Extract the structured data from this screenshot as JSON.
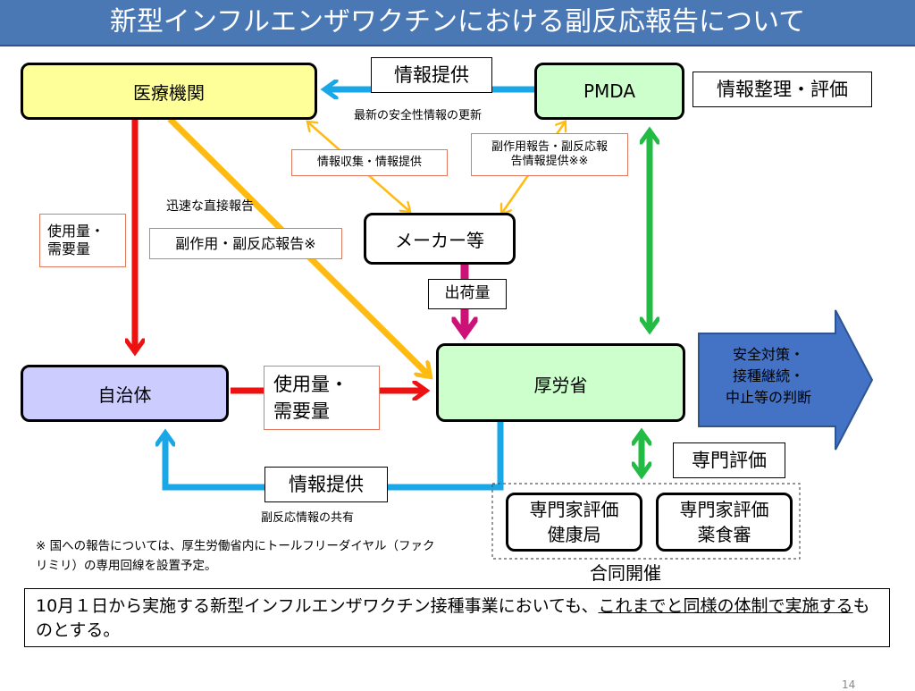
{
  "title": "新型インフルエンザワクチンにおける副反応報告について",
  "nodes": {
    "iryo": "医療機関",
    "pmda": "PMDA",
    "maker": "メーカー等",
    "jichitai": "自治体",
    "koroshou": "厚労省",
    "kenkokyoku": "専門家評価\n健康局",
    "yakushokushin": "専門家評価\n薬食審"
  },
  "labels": {
    "joho_teikyo_top": "情報提供",
    "joho_seiri": "情報整理・評価",
    "saishin": "最新の安全性情報の更新",
    "joho_shushu": "情報収集・情報提供",
    "fukusayo_pmda": "副作用報告・副反応報\n告情報提供※※",
    "jinsoku": "迅速な直接報告",
    "shiyoryo_left": "使用量・\n需要量",
    "fukusayo_report": "副作用・副反応報告※",
    "shukkaryo": "出荷量",
    "shiyoryo_mid": "使用量・\n需要量",
    "joho_teikyo_bottom": "情報提供",
    "fukuhanno_kyoyu": "副反応情報の共有",
    "senmon_hyoka": "専門評価",
    "godo_kaisai": "合同開催",
    "decision": "安全対策・\n接種継続・\n中止等の判断"
  },
  "note": "※ 国への報告については、厚生労働省内にトールフリーダイヤル（ファクリミリ）の専用回線を設置予定。",
  "footer": {
    "part1": "10月１日から実施する新型インフルエンザワクチン接種事業においても、",
    "part2_underlined": "これまでと同様の体制で実施する",
    "part3": "ものとする。"
  },
  "page_number": "14",
  "colors": {
    "title_bg": "#4a78b5",
    "iryo_bg": "#ffff99",
    "pmda_bg": "#ccffcc",
    "jichitai_bg": "#ccccff",
    "koroshou_bg": "#ccffcc",
    "arrow_red": "#ee1111",
    "arrow_blue": "#1aa7e8",
    "arrow_orange": "#ffbb11",
    "arrow_green": "#22bb44",
    "arrow_magenta": "#cc1177",
    "decision_bg": "#4472c4"
  }
}
